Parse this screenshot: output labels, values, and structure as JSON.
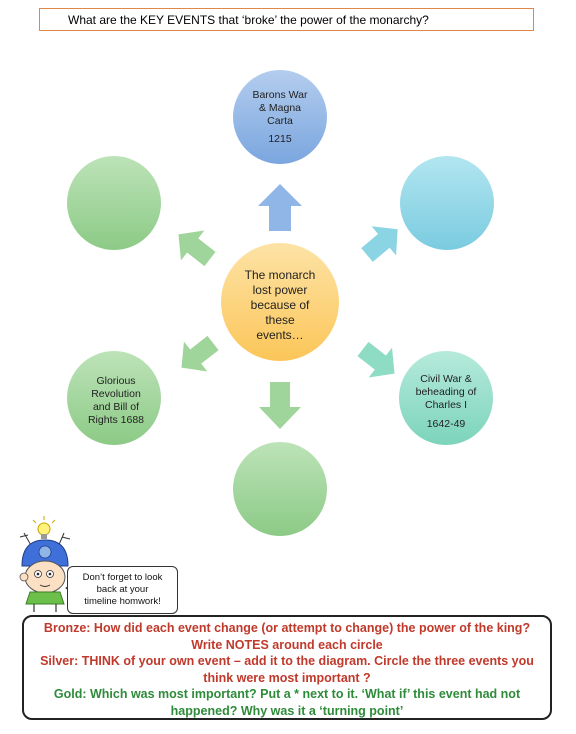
{
  "title": "What are the KEY EVENTS that ‘broke’ the power of the monarchy?",
  "center": {
    "lines": [
      "The monarch",
      "lost power",
      "because of",
      "these",
      "events…"
    ],
    "color": "#fdd27a"
  },
  "nodes": {
    "top": {
      "lines": [
        "Barons War",
        "& Magna",
        "Carta"
      ],
      "date": "1215",
      "color": "#8fb6e6"
    },
    "right_bottom": {
      "lines": [
        "Civil War &",
        "beheading of",
        "Charles I"
      ],
      "date": "1642-49",
      "color": "#8fdcc4"
    },
    "left_bottom": {
      "lines": [
        "Glorious",
        "Revolution",
        "and Bill of",
        "Rights 1688"
      ],
      "color": "#9fd49a"
    }
  },
  "colors": {
    "blue": "#8fb6e6",
    "cyan": "#8ad4e4",
    "teal": "#8fdcc4",
    "green": "#9fd49a",
    "orange": "#fdd27a"
  },
  "bubble": {
    "lines": [
      "Don’t forget to look",
      "back at your",
      "timeline homwork!"
    ]
  },
  "tasks": {
    "bronze": [
      "Bronze: How did each event change (or attempt to change) the power of the king?",
      "Write NOTES around each circle"
    ],
    "silver": [
      "Silver:  THINK of your own event – add it to the diagram. Circle the three events you",
      "think were most important ?"
    ],
    "gold": [
      "Gold: Which was most important? Put a * next to it.  ‘What if’ this event had not",
      "happened? Why  was it a ‘turning point’"
    ]
  }
}
